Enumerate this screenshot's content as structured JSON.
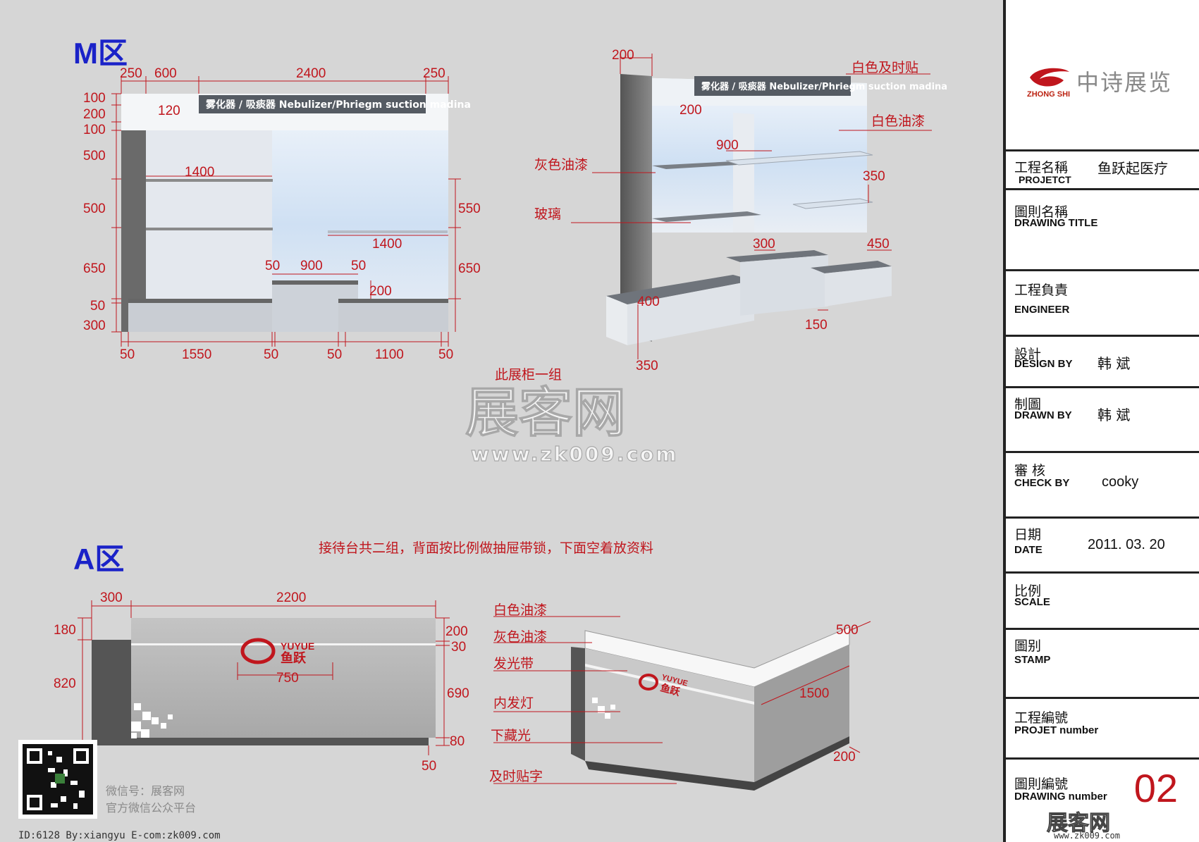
{
  "colors": {
    "dimension": "#c0161d",
    "zone": "#1a22c8",
    "panel_light": "#dfe9f5",
    "panel_grey": "#6d6d6d",
    "background": "#d6d6d6"
  },
  "zones": {
    "m": "M区",
    "a": "A区"
  },
  "m_front": {
    "top_dims": [
      "250",
      "600",
      "2400",
      "250"
    ],
    "left_dims": [
      "100",
      "200",
      "100",
      "500",
      "500",
      "650",
      "50",
      "300"
    ],
    "right_dims": [
      "550",
      "650"
    ],
    "bottom_dims": [
      "50",
      "1550",
      "50",
      "50",
      "1100",
      "50"
    ],
    "inner_dims": [
      "120",
      "1400",
      "1400",
      "50",
      "900",
      "50",
      "200"
    ],
    "sign_text": "雾化器 / 吸痰器 Nebulizer/Phriegm suction madina"
  },
  "m_iso": {
    "dims": [
      "200",
      "200",
      "900",
      "350",
      "300",
      "450",
      "400",
      "150",
      "350"
    ],
    "labels": [
      "白色及时贴",
      "白色油漆",
      "灰色油漆",
      "玻璃"
    ],
    "sign_text": "雾化器 / 吸痰器 Nebulizer/Phriegm suction madina"
  },
  "m_note": "此展柜一组",
  "a_note": "接待台共二组，背面按比例做抽屉带锁，下面空着放资料",
  "a_front": {
    "top_dims": [
      "300",
      "2200"
    ],
    "left_dims": [
      "180",
      "820"
    ],
    "right_dims": [
      "200",
      "30",
      "690",
      "80",
      "50"
    ],
    "inner_dims": [
      "750"
    ],
    "logo_en": "YUYUE",
    "logo_cn": "鱼跃"
  },
  "a_iso": {
    "labels": [
      "白色油漆",
      "灰色油漆",
      "发光带",
      "内发灯",
      "下藏光",
      "及时贴字"
    ],
    "dims": [
      "500",
      "1500",
      "200"
    ],
    "logo_en": "YUYUE",
    "logo_cn": "鱼跃"
  },
  "watermark": {
    "cn": "展客网",
    "url": "www.zk009.com"
  },
  "wechat": {
    "line1": "微信号：展客网",
    "line2": "官方微信公众平台"
  },
  "footer_id": "ID:6128 By:xiangyu E-com:zk009.com",
  "titleblock": {
    "company_cn": "中诗展览",
    "company_en": "ZHONG SHI",
    "project_cn": "工程名稱",
    "project_en": "PROJETCT",
    "project_value": "鱼跃起医疗",
    "drawing_title_cn": "圖則名稱",
    "drawing_title_en": "DRAWING TITLE",
    "engineer_cn": "工程負責",
    "engineer_en": "ENGINEER",
    "design_cn": "設計",
    "design_en": "DESIGN BY",
    "design_value": "韩   斌",
    "drawn_cn": "制圖",
    "drawn_en": "DRAWN BY",
    "drawn_value": "韩   斌",
    "check_cn": "審 核",
    "check_en": "CHECK BY",
    "check_value": "cooky",
    "date_cn": "日期",
    "date_en": "DATE",
    "date_value": "2011. 03. 20",
    "scale_cn": "比例",
    "scale_en": "SCALE",
    "stamp_cn": "圖别",
    "stamp_en": "STAMP",
    "projnum_cn": "工程編號",
    "projnum_en": "PROJET number",
    "drawnum_cn": "圖則編號",
    "drawnum_en": "DRAWING number",
    "drawnum_value": "02",
    "wm_cn": "展客网",
    "wm_url": "www.zk009.com"
  }
}
